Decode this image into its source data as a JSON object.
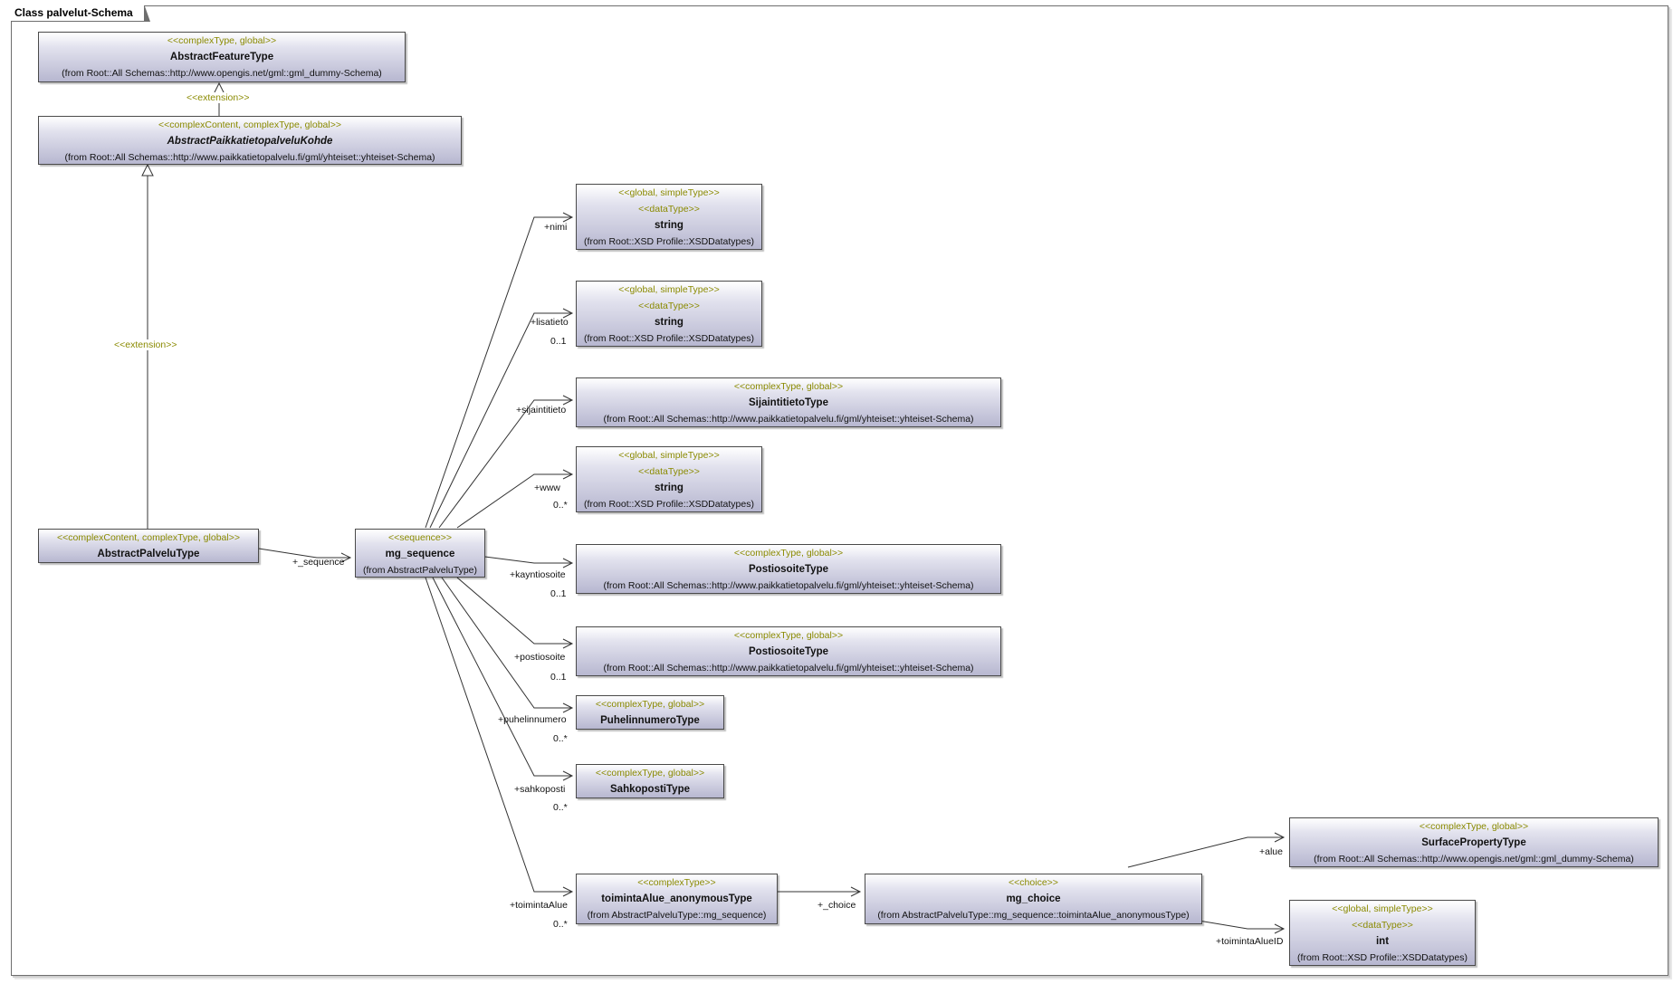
{
  "diagram_title": "Class palvelut-Schema",
  "classes": {
    "abstract_feature_type": {
      "stereotype": "<<complexType, global>>",
      "name": "AbstractFeatureType",
      "from": "(from Root::All Schemas::http://www.opengis.net/gml::gml_dummy-Schema)"
    },
    "abstract_paikkatietopalvelu_kohde": {
      "stereotype": "<<complexContent, complexType, global>>",
      "name": "AbstractPaikkatietopalveluKohde",
      "from": "(from Root::All Schemas::http://www.paikkatietopalvelu.fi/gml/yhteiset::yhteiset-Schema)"
    },
    "abstract_palvelu_type": {
      "stereotype": "<<complexContent, complexType, global>>",
      "name": "AbstractPalveluType"
    },
    "mg_sequence": {
      "stereotype": "<<sequence>>",
      "name": "mg_sequence",
      "from": "(from AbstractPalveluType)"
    },
    "nimi_string": {
      "stereotype1": "<<global, simpleType>>",
      "stereotype2": "<<dataType>>",
      "name": "string",
      "from": "(from Root::XSD Profile::XSDDatatypes)"
    },
    "lisatieto_string": {
      "stereotype1": "<<global, simpleType>>",
      "stereotype2": "<<dataType>>",
      "name": "string",
      "from": "(from Root::XSD Profile::XSDDatatypes)"
    },
    "sijaintitieto_type": {
      "stereotype": "<<complexType, global>>",
      "name": "SijaintitietoType",
      "from": "(from Root::All Schemas::http://www.paikkatietopalvelu.fi/gml/yhteiset::yhteiset-Schema)"
    },
    "www_string": {
      "stereotype1": "<<global, simpleType>>",
      "stereotype2": "<<dataType>>",
      "name": "string",
      "from": "(from Root::XSD Profile::XSDDatatypes)"
    },
    "postiosoite_type_1": {
      "stereotype": "<<complexType, global>>",
      "name": "PostiosoiteType",
      "from": "(from Root::All Schemas::http://www.paikkatietopalvelu.fi/gml/yhteiset::yhteiset-Schema)"
    },
    "postiosoite_type_2": {
      "stereotype": "<<complexType, global>>",
      "name": "PostiosoiteType",
      "from": "(from Root::All Schemas::http://www.paikkatietopalvelu.fi/gml/yhteiset::yhteiset-Schema)"
    },
    "puhelinnumero_type": {
      "stereotype": "<<complexType, global>>",
      "name": "PuhelinnumeroType"
    },
    "sahkoposti_type": {
      "stereotype": "<<complexType, global>>",
      "name": "SahkopostiType"
    },
    "toiminta_alue_anon": {
      "stereotype": "<<complexType>>",
      "name": "toimintaAlue_anonymousType",
      "from": "(from AbstractPalveluType::mg_sequence)"
    },
    "mg_choice": {
      "stereotype": "<<choice>>",
      "name": "mg_choice",
      "from": "(from AbstractPalveluType::mg_sequence::toimintaAlue_anonymousType)"
    },
    "surface_property_type": {
      "stereotype": "<<complexType, global>>",
      "name": "SurfacePropertyType",
      "from": "(from Root::All Schemas::http://www.opengis.net/gml::gml_dummy-Schema)"
    },
    "int_type": {
      "stereotype1": "<<global, simpleType>>",
      "stereotype2": "<<dataType>>",
      "name": "int",
      "from": "(from Root::XSD Profile::XSDDatatypes)"
    }
  },
  "connectors": {
    "extension_top": "<<extension>>",
    "extension_mid": "<<extension>>",
    "sequence_role": "+_sequence",
    "nimi_role": "+nimi",
    "lisatieto_role": "+lisatieto",
    "lisatieto_mult": "0..1",
    "sijaintitieto_role": "+sijaintitieto",
    "www_role": "+www",
    "www_mult": "0..*",
    "kayntiosoite_role": "+kayntiosoite",
    "kayntiosoite_mult": "0..1",
    "postiosoite_role": "+postiosoite",
    "postiosoite_mult": "0..1",
    "puhelinnumero_role": "+puhelinnumero",
    "puhelinnumero_mult": "0..*",
    "sahkoposti_role": "+sahkoposti",
    "sahkoposti_mult": "0..*",
    "toimintaalue_role": "+toimintaAlue",
    "toimintaalue_mult": "0..*",
    "choice_role": "+_choice",
    "alue_role": "+alue",
    "toimintaalueid_role": "+toimintaAlueID"
  },
  "colors": {
    "stereotype": "#8a8a00",
    "box_border": "#4a4a4a",
    "box_gradient_end": "#b7b7d0",
    "line": "#333333"
  }
}
